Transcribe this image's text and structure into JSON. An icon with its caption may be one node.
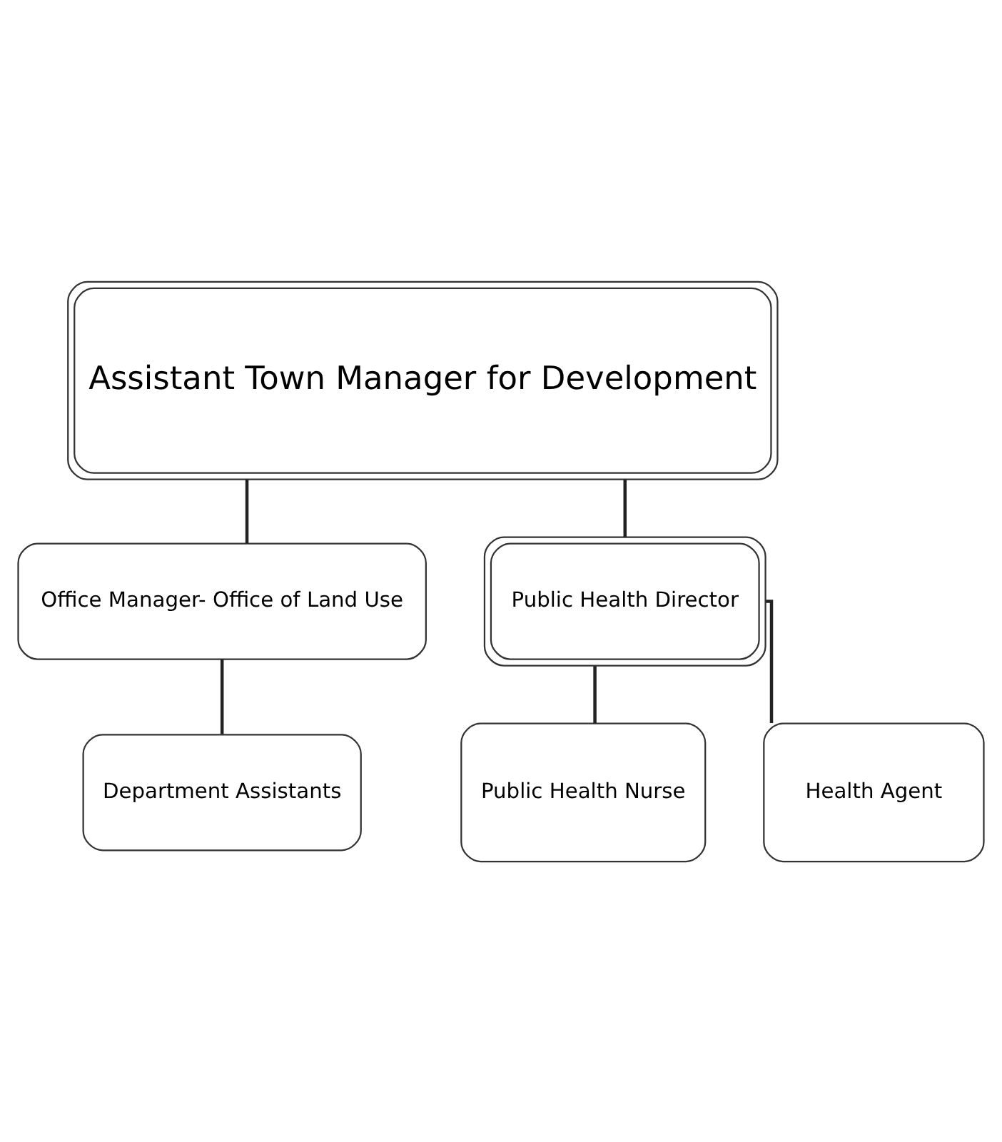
{
  "diagram": {
    "nodes": [
      {
        "text": [
          "Assistant Town Manager for Development"
        ]
      },
      {
        "text": [
          "Office Manager- Office of Land Use"
        ]
      },
      {
        "text": [
          "Department Assistants"
        ]
      },
      {
        "text": [
          "Public Health Director"
        ]
      },
      {
        "text": [
          "Public Health Nurse"
        ]
      },
      {
        "text": [
          "Health Agent"
        ]
      }
    ],
    "edges": [
      {
        "from": 0,
        "to": 1,
        "arrow": "none"
      },
      {
        "from": 1,
        "to": 2,
        "arrow": "none"
      },
      {
        "from": 0,
        "to": 3,
        "arrow": "none"
      },
      {
        "from": 3,
        "to": 4,
        "arrow": "none"
      },
      {
        "from": 3,
        "to": 5,
        "arrow": "none"
      }
    ]
  }
}
